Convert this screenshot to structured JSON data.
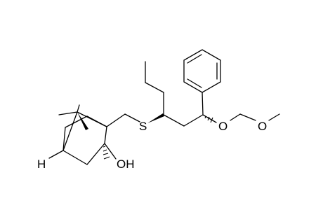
{
  "molecule": {
    "atom_labels": {
      "sulfur": "S",
      "ether_oxygen": "O",
      "methoxy_oxygen": "O",
      "hydroxyl": "OH",
      "bridgehead_hydrogen": "H"
    }
  },
  "colors": {
    "bond": "#000000",
    "background": "#ffffff"
  }
}
